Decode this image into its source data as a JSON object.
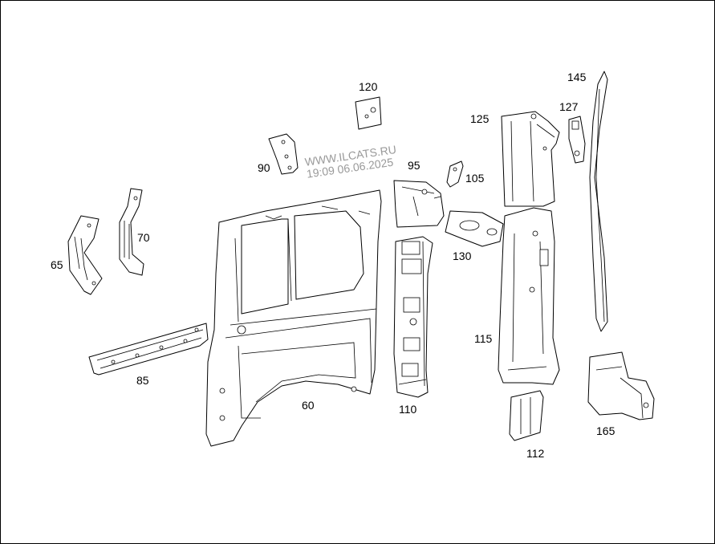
{
  "diagram": {
    "callouts": [
      "60",
      "65",
      "70",
      "85",
      "90",
      "95",
      "105",
      "110",
      "112",
      "115",
      "120",
      "125",
      "127",
      "130",
      "145",
      "165"
    ],
    "parts": [
      {
        "id": "60",
        "label": "60"
      },
      {
        "id": "65",
        "label": "65"
      },
      {
        "id": "70",
        "label": "70"
      },
      {
        "id": "85",
        "label": "85"
      },
      {
        "id": "90",
        "label": "90"
      },
      {
        "id": "95",
        "label": "95"
      },
      {
        "id": "105",
        "label": "105"
      },
      {
        "id": "110",
        "label": "110"
      },
      {
        "id": "112",
        "label": "112"
      },
      {
        "id": "115",
        "label": "115"
      },
      {
        "id": "120",
        "label": "120"
      },
      {
        "id": "125",
        "label": "125"
      },
      {
        "id": "127",
        "label": "127"
      },
      {
        "id": "130",
        "label": "130"
      },
      {
        "id": "145",
        "label": "145"
      },
      {
        "id": "165",
        "label": "165"
      }
    ]
  },
  "watermark": {
    "line1": "WWW.ILCATS.RU",
    "line2": "19:09 06.06.2025"
  },
  "colors": {
    "line": "#000000",
    "background": "#ffffff",
    "watermark": "#9a9a9a"
  }
}
